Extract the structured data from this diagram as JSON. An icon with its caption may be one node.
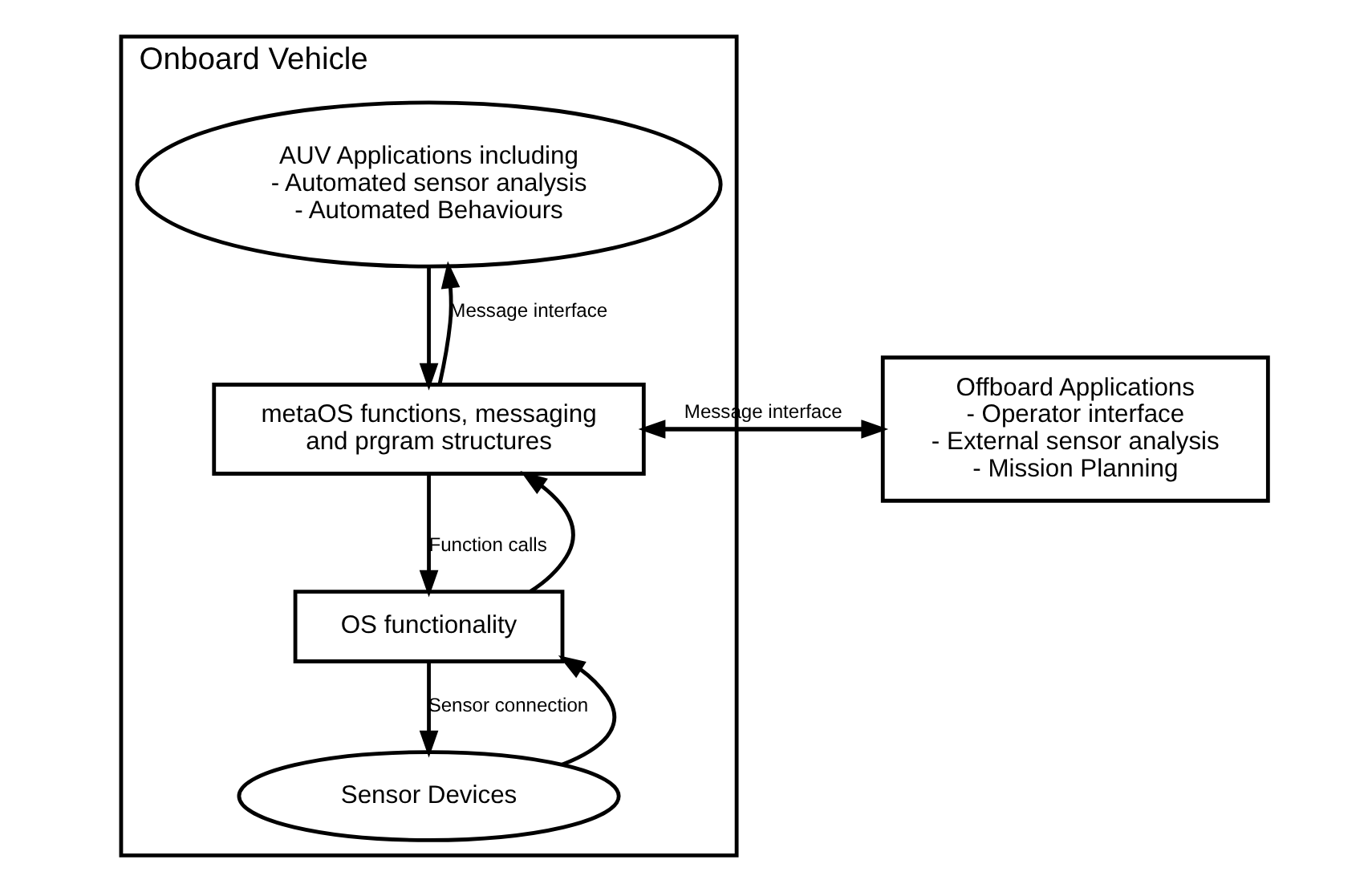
{
  "diagram": {
    "nodes": [
      {
        "text": [
          "Onboard Vehicle"
        ]
      },
      {
        "text": [
          "AUV Applications including",
          "- Automated sensor analysis",
          "- Automated Behaviours"
        ],
        "in": 0
      },
      {
        "text": [
          "metaOS functions, messaging and prgram structures"
        ],
        "in": 0
      },
      {
        "text": [
          "OS functionality"
        ],
        "in": 0
      },
      {
        "text": [
          "Sensor Devices"
        ],
        "in": 0
      },
      {
        "text": [
          "Offboard Applications",
          "- Operator interface",
          "- External sensor analysis",
          "- Mission Planning"
        ]
      }
    ],
    "edges": [
      {
        "from": 1,
        "to": 2,
        "arrow": "to"
      },
      {
        "from": 2,
        "to": 1,
        "arrow": "to",
        "label": "Message interface"
      },
      {
        "from": 2,
        "to": 5,
        "arrow": "to"
      },
      {
        "from": 5,
        "to": 2,
        "arrow": "to",
        "label": "Message interface"
      },
      {
        "from": 3,
        "to": 2,
        "arrow": "to"
      },
      {
        "from": 2,
        "to": 3,
        "arrow": "to",
        "label": "Function calls"
      },
      {
        "from": 4,
        "to": 3,
        "arrow": "to"
      },
      {
        "from": 3,
        "to": 4,
        "arrow": "to",
        "label": "Sensor connection"
      }
    ]
  }
}
